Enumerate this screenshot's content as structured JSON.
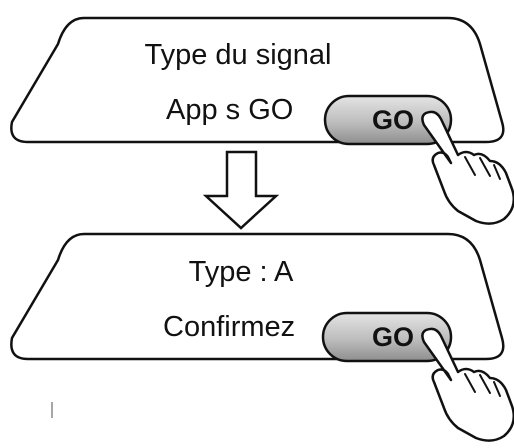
{
  "panel_top": {
    "line1": "Type du signal",
    "line2": "App s GO",
    "button_label": "GO"
  },
  "panel_bottom": {
    "line1": "Type : A",
    "line2": "Confirmez",
    "button_label": "GO"
  },
  "icons": {
    "hand": "pointing-hand-icon",
    "arrow": "down-arrow-icon"
  },
  "colors": {
    "outline": "#111111",
    "button_fill_light": "#dcdcdc",
    "button_fill_dark": "#9a9a9a"
  }
}
